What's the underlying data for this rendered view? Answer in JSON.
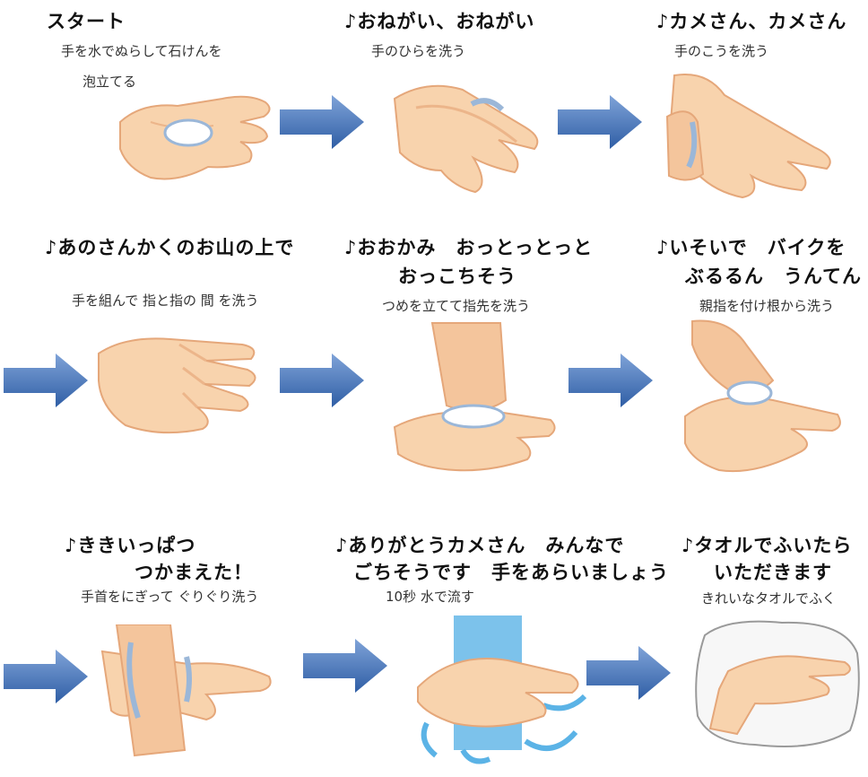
{
  "steps": [
    {
      "title_lines": [
        "スタート"
      ],
      "sub_lines": [
        "手を水でぬらして石けんを",
        "泡立てる"
      ],
      "icon": "palm-with-soap-icon"
    },
    {
      "title_lines": [
        "♪おねがい、おねがい"
      ],
      "sub_lines": [
        "手のひらを洗う"
      ],
      "icon": "rub-palms-icon"
    },
    {
      "title_lines": [
        "♪カメさん、カメさん"
      ],
      "sub_lines": [
        "手のこうを洗う"
      ],
      "icon": "back-of-hand-icon"
    },
    {
      "title_lines": [
        "♪あのさんかくのお山の上で"
      ],
      "sub_lines": [
        "手を組んで 指と指の 間 を洗う"
      ],
      "icon": "interlaced-fingers-icon"
    },
    {
      "title_lines": [
        "♪おおかみ　おっとっとっと",
        "おっこちそう"
      ],
      "sub_lines": [
        "つめを立てて指先を洗う"
      ],
      "icon": "fingertips-icon"
    },
    {
      "title_lines": [
        "♪いそいで　バイクを",
        "ぶるるん　うんてん"
      ],
      "sub_lines": [
        "親指を付け根から洗う"
      ],
      "icon": "thumb-wash-icon"
    },
    {
      "title_lines": [
        "♪ききいっぱつ",
        "つかまえた！"
      ],
      "sub_lines": [
        "手首をにぎって ぐりぐり洗う"
      ],
      "icon": "wrist-wash-icon"
    },
    {
      "title_lines": [
        "♪ありがとうカメさん　みんなで",
        "ごちそうです　手をあらいましょう"
      ],
      "sub_lines": [
        "10秒 水で流す"
      ],
      "icon": "rinse-water-icon"
    },
    {
      "title_lines": [
        "♪タオルでふいたら",
        "いただきます"
      ],
      "sub_lines": [
        "きれいなタオルでふく"
      ],
      "icon": "towel-dry-icon"
    }
  ],
  "colors": {
    "skin": "#f8d3ad",
    "skin_shadow": "#ecb58a",
    "arrow": "#4a76b8",
    "water": "#5bb3e6",
    "foam": "#e9f3fb"
  }
}
